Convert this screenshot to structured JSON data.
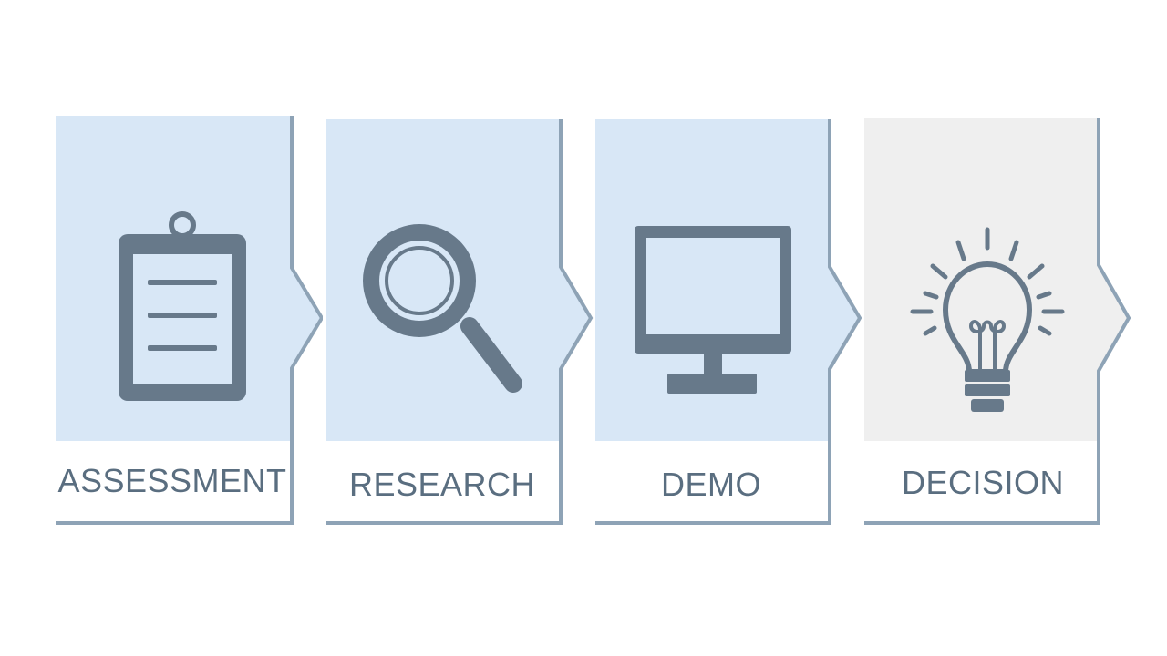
{
  "colors": {
    "panel_blue": "#d8e7f6",
    "panel_gray": "#efefef",
    "outline": "#8ea3b6",
    "icon": "#67798a",
    "text": "#5a6e80"
  },
  "steps": [
    {
      "label": "ASSESSMENT",
      "icon": "clipboard-icon",
      "panel": "blue"
    },
    {
      "label": "RESEARCH",
      "icon": "magnifier-icon",
      "panel": "blue"
    },
    {
      "label": "DEMO",
      "icon": "monitor-icon",
      "panel": "blue"
    },
    {
      "label": "DECISION",
      "icon": "lightbulb-icon",
      "panel": "gray"
    }
  ]
}
